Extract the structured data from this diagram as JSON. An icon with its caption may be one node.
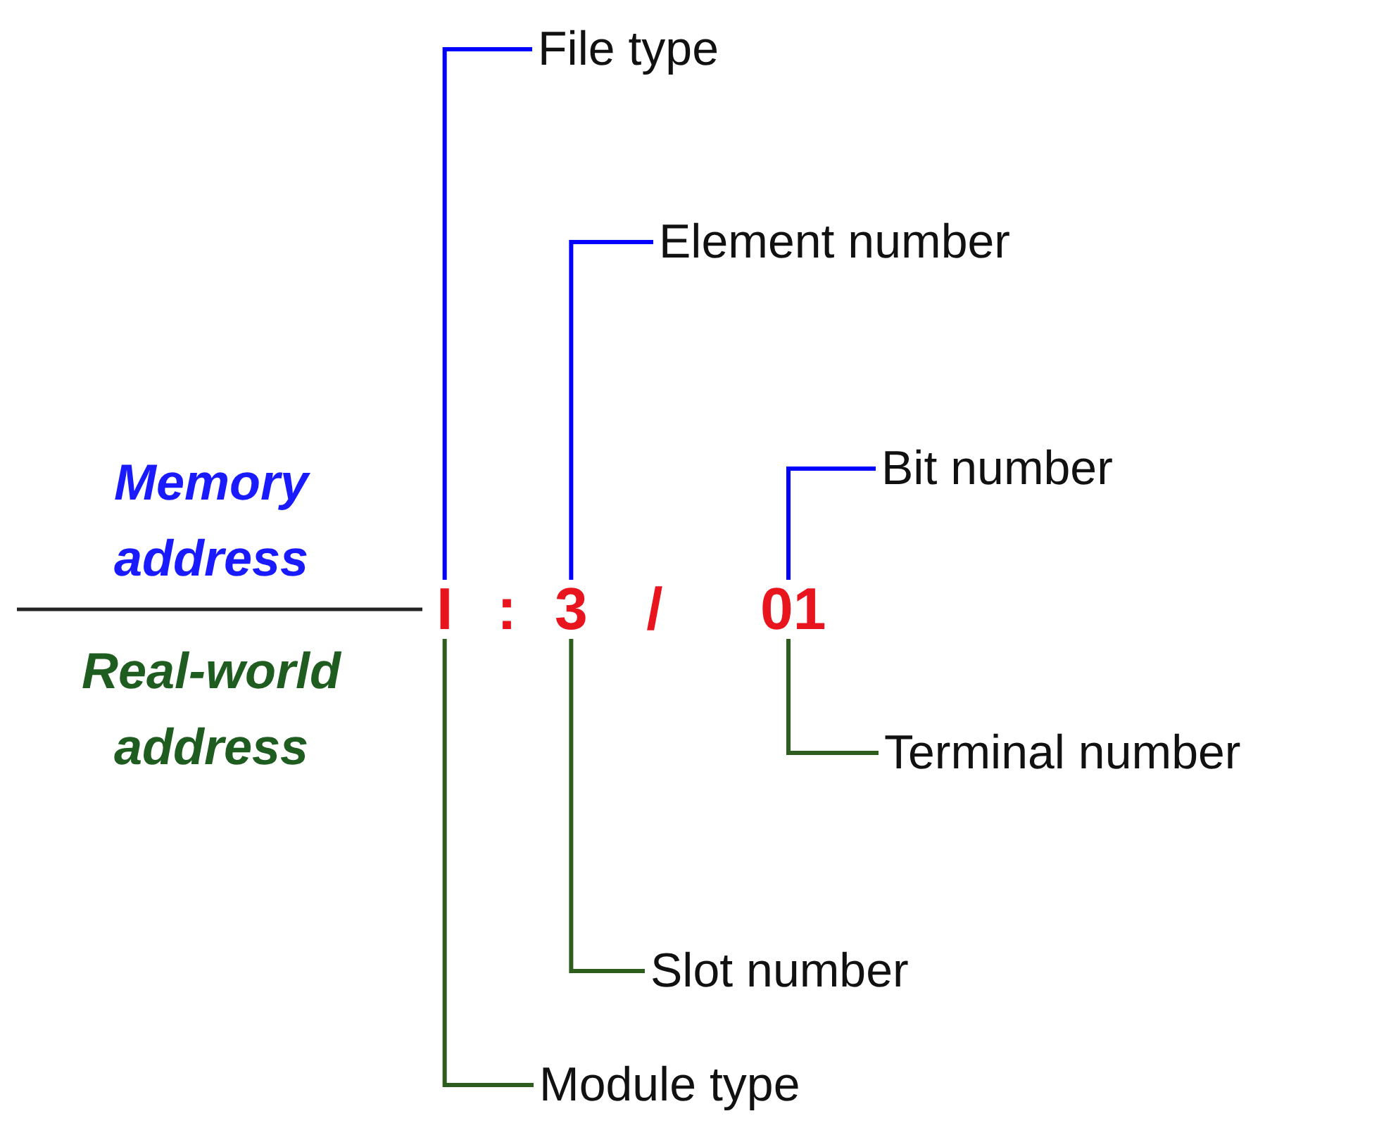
{
  "diagram": {
    "nodes": [
      {
        "text": [
          "File type"
        ]
      },
      {
        "text": [
          "Element number"
        ]
      },
      {
        "text": [
          "Bit number"
        ]
      },
      {
        "text": [
          "I"
        ]
      },
      {
        "text": [
          "3"
        ]
      },
      {
        "text": [
          "01"
        ]
      },
      {
        "text": [
          "Terminal number"
        ]
      },
      {
        "text": [
          "Slot number"
        ]
      },
      {
        "text": [
          "Module type"
        ]
      }
    ],
    "edges": [
      {
        "from": 0,
        "to": 3,
        "arrow": "none",
        "color": "#0000ff"
      },
      {
        "from": 1,
        "to": 4,
        "arrow": "none",
        "color": "#0000ff"
      },
      {
        "from": 2,
        "to": 5,
        "arrow": "none",
        "color": "#0000ff"
      },
      {
        "from": 6,
        "to": 5,
        "arrow": "none",
        "color": "#2e5e1e"
      },
      {
        "from": 7,
        "to": 4,
        "arrow": "none",
        "color": "#2e5e1e"
      },
      {
        "from": 8,
        "to": 3,
        "arrow": "none",
        "color": "#2e5e1e"
      }
    ],
    "labels": [
      "Memory address",
      ":",
      "/",
      "Real-world address"
    ]
  }
}
